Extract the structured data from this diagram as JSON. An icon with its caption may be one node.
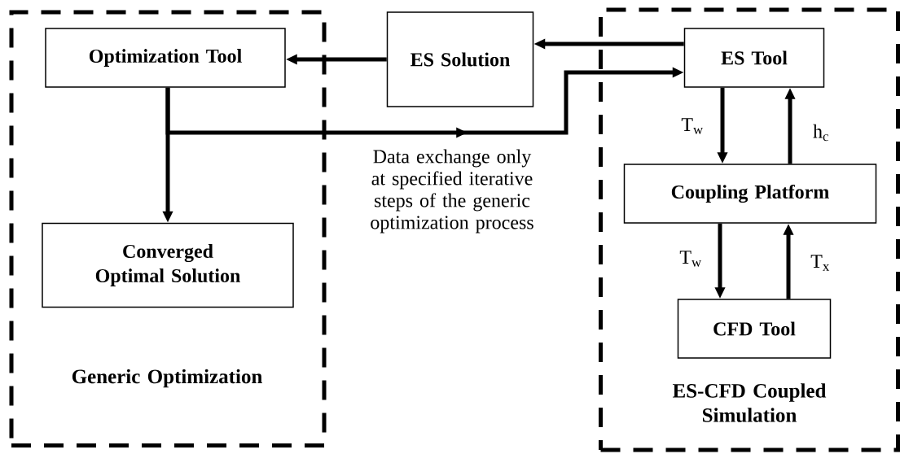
{
  "diagram": {
    "nodes": [
      {
        "text": [
          "Generic Optimization"
        ]
      },
      {
        "text": [
          "Optimization Tool"
        ],
        "in": 0
      },
      {
        "text": [
          "Converged Optimal Solution"
        ],
        "in": 0
      },
      {
        "text": [
          "ES Solution"
        ]
      },
      {
        "text": [
          "ES-CFD Coupled Simulation"
        ]
      },
      {
        "text": [
          "ES Tool"
        ],
        "in": 4
      },
      {
        "text": [
          "Coupling Platform"
        ],
        "in": 4
      },
      {
        "text": [
          "CFD Tool"
        ],
        "in": 4
      }
    ],
    "edges": [
      {
        "from": 5,
        "to": 3,
        "arrow": "to"
      },
      {
        "from": 3,
        "to": 1,
        "arrow": "to"
      },
      {
        "from": 1,
        "to": 2,
        "arrow": "to"
      },
      {
        "from": 1,
        "to": 5,
        "arrow": "to",
        "label": "Data exchange only at specified iterative steps of the generic optimization process"
      },
      {
        "from": 5,
        "to": 6,
        "arrow": "to",
        "label": "T$_{w}$"
      },
      {
        "from": 6,
        "to": 5,
        "arrow": "to",
        "label": "h$_{c}$"
      },
      {
        "from": 6,
        "to": 7,
        "arrow": "to",
        "label": "T$_{w}$"
      },
      {
        "from": 7,
        "to": 6,
        "arrow": "to",
        "label": "T$_{x}$"
      }
    ]
  }
}
